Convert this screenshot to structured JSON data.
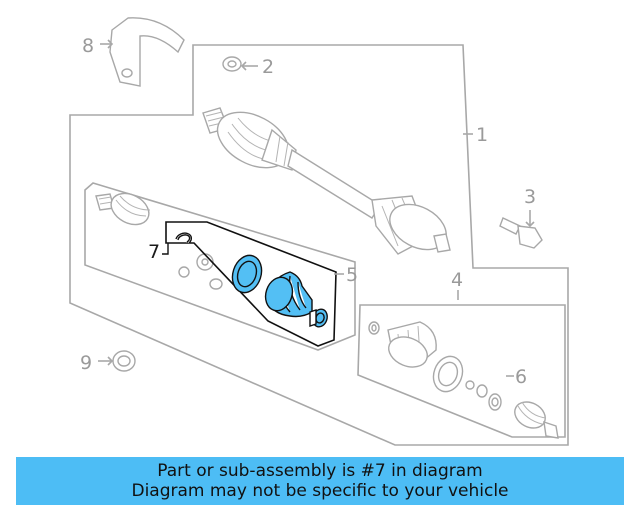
{
  "callouts": {
    "c1": "1",
    "c2": "2",
    "c3": "3",
    "c4": "4",
    "c5": "5",
    "c6": "6",
    "c7": "7",
    "c8": "8",
    "c9": "9"
  },
  "highlighted_part": "7",
  "colors": {
    "highlight_fill": "#53bff4",
    "banner_background": "#4dbdf5",
    "outline_gray": "#a8a8a8"
  },
  "banner": {
    "line1": "Part or sub-assembly is #7 in diagram",
    "line2": "Diagram may not be specific to your vehicle"
  }
}
